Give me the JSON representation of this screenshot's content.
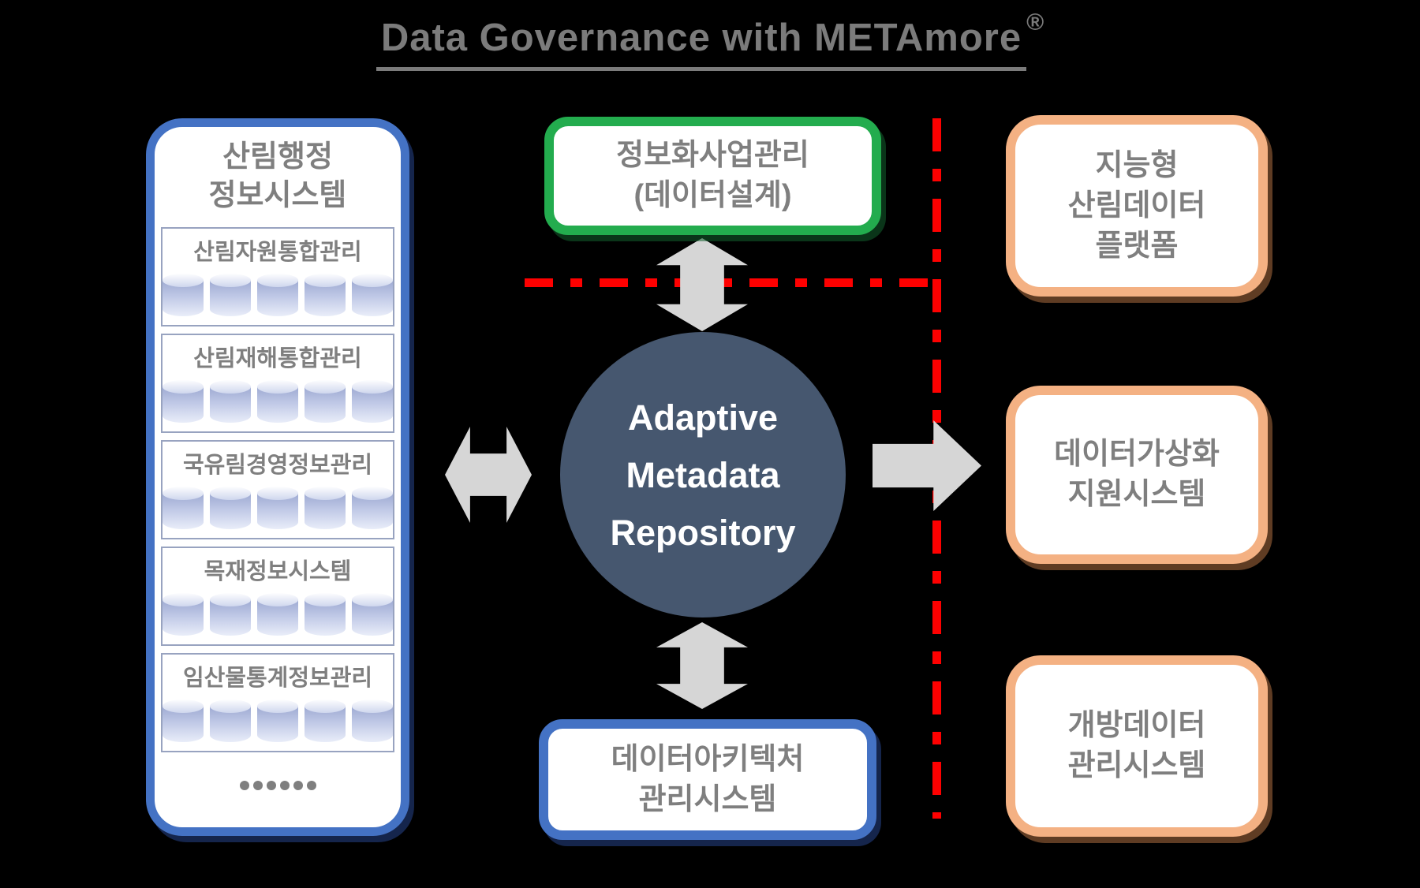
{
  "title": {
    "text": "Data Governance with METAmore",
    "registered_mark": "®"
  },
  "left_panel": {
    "title_line1": "산림행정",
    "title_line2": "정보시스템",
    "systems": [
      {
        "label": "산림자원통합관리",
        "icon": "database-cylinder-icon",
        "cylinder_count": 5
      },
      {
        "label": "산림재해통합관리",
        "icon": "database-cylinder-icon",
        "cylinder_count": 5
      },
      {
        "label": "국유림경영정보관리",
        "icon": "database-cylinder-icon",
        "cylinder_count": 5
      },
      {
        "label": "목재정보시스템",
        "icon": "database-cylinder-icon",
        "cylinder_count": 5
      },
      {
        "label": "임산물통계정보관리",
        "icon": "database-cylinder-icon",
        "cylinder_count": 5
      }
    ],
    "ellipsis_dot_count": 6
  },
  "top_box": {
    "line1": "정보화사업관리",
    "line2": "(데이터설계)"
  },
  "center_circle": {
    "line1": "Adaptive",
    "line2": "Metadata",
    "line3": "Repository"
  },
  "bottom_box": {
    "line1": "데이터아키텍처",
    "line2": "관리시스템"
  },
  "right_boxes": [
    {
      "lines": [
        "지능형",
        "산림데이터",
        "플랫폼"
      ]
    },
    {
      "lines": [
        "데이터가상화",
        "지원시스템"
      ]
    },
    {
      "lines": [
        "개방데이터",
        "관리시스템"
      ]
    }
  ],
  "colors": {
    "background": "#000000",
    "title_gray": "#7b7b7b",
    "text_gray": "#7f7f7f",
    "panel_blue": "#4472c4",
    "green_border": "#23ac4e",
    "orange_border": "#f4b183",
    "circle_navy": "#46576f",
    "red_line": "#fe0000",
    "arrow_gray": "#d6d6d6",
    "cylinder_blue": "#9da9d2"
  }
}
